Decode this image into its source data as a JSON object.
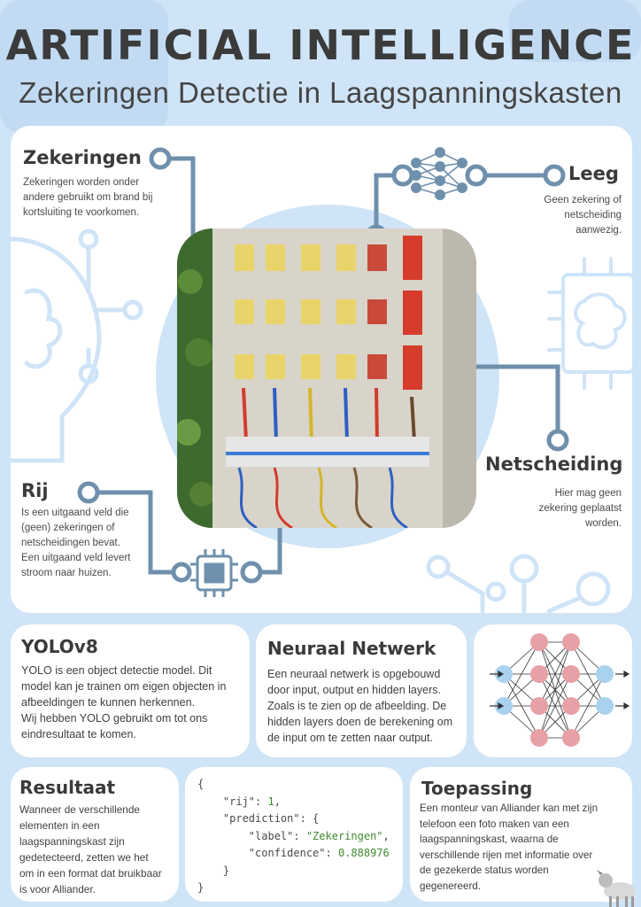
{
  "header": {
    "title": "ARTIFICIAL INTELLIGENCE",
    "subtitle": "Zekeringen Detectie in Laagspanningskasten"
  },
  "labels": {
    "zekeringen": {
      "title": "Zekeringen",
      "lines": [
        "Zekeringen worden onder",
        "andere gebruikt om brand bij",
        "kortsluiting te voorkomen."
      ]
    },
    "leeg": {
      "title": "Leeg",
      "lines": [
        "Geen zekering of",
        "netscheiding",
        "aanwezig."
      ]
    },
    "netscheiding": {
      "title": "Netscheiding",
      "lines": [
        "Hier mag geen",
        "zekering geplaatst",
        "worden."
      ]
    },
    "rij": {
      "title": "Rij",
      "lines": [
        "Is een uitgaand veld die",
        "(geen) zekeringen of",
        "netscheidingen bevat.",
        "Een uitgaand veld levert",
        "stroom naar huizen."
      ]
    }
  },
  "cards": {
    "yolo": {
      "title": "YOLOv8",
      "lines": [
        "YOLO is een object detectie model. Dit",
        "model kan je trainen om eigen objecten in",
        "afbeeldingen te kunnen herkennen.",
        "Wij hebben YOLO gebruikt om tot ons",
        "eindresultaat te komen."
      ]
    },
    "neuraal": {
      "title": "Neuraal Netwerk",
      "lines": [
        "Een neuraal netwerk is opgebouwd",
        "door input, output en hidden layers.",
        "Zoals is te zien op de afbeelding. De",
        "hidden layers doen de berekening om",
        "de input om te zetten naar output."
      ]
    },
    "resultaat": {
      "title": "Resultaat",
      "lines": [
        "Wanneer de verschillende",
        "elementen in een",
        "laagspanningskast zijn",
        "gedetecteerd, zetten we het",
        "om in een format dat bruikbaar",
        "is voor Alliander."
      ]
    },
    "toepassing": {
      "title": "Toepassing",
      "lines": [
        "Een monteur van Alliander kan met zijn",
        "telefoon een foto maken van een",
        "laagspanningskast, waarna de",
        "verschillende rijen met informatie over",
        "de gezekerde status worden",
        "gegenereerd."
      ]
    }
  },
  "code": {
    "open": "{",
    "rij_key": "\"rij\"",
    "rij_val": "1",
    "prediction_key": "\"prediction\"",
    "label_key": "\"label\"",
    "label_val": "\"Zekeringen\"",
    "confidence_key": "\"confidence\"",
    "confidence_val": "0.888976",
    "inner_close": "}",
    "close": "}"
  },
  "colors": {
    "background": "#cfe4f7",
    "connector": "#6f90ad",
    "node_input": "#a9d2ef",
    "node_hidden": "#e7a0a6",
    "code_string": "#3d8a2e"
  },
  "icons": [
    "neural-network-icon",
    "cpu-chip-icon",
    "brain-circuit-icon",
    "head-brain-icon",
    "dog-icon"
  ]
}
